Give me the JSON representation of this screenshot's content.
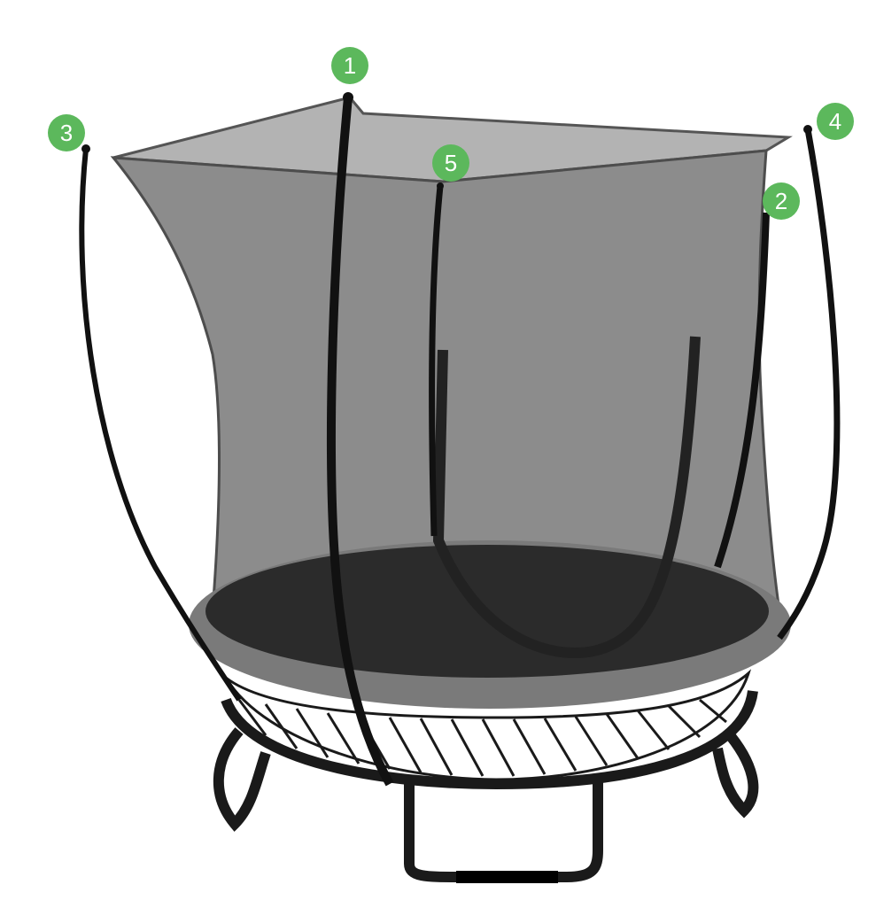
{
  "markers": [
    {
      "id": "1",
      "label": "1"
    },
    {
      "id": "2",
      "label": "2"
    },
    {
      "id": "3",
      "label": "3"
    },
    {
      "id": "4",
      "label": "4"
    },
    {
      "id": "5",
      "label": "5"
    }
  ],
  "colors": {
    "marker": "#5cb85c",
    "marker_text": "#ffffff",
    "net": "#8c8c8c",
    "net_light": "#b3b3b3",
    "mat": "#2b2b2b",
    "pole": "#111111",
    "frame": "#1a1a1a",
    "rim": "#7a7a7a"
  }
}
